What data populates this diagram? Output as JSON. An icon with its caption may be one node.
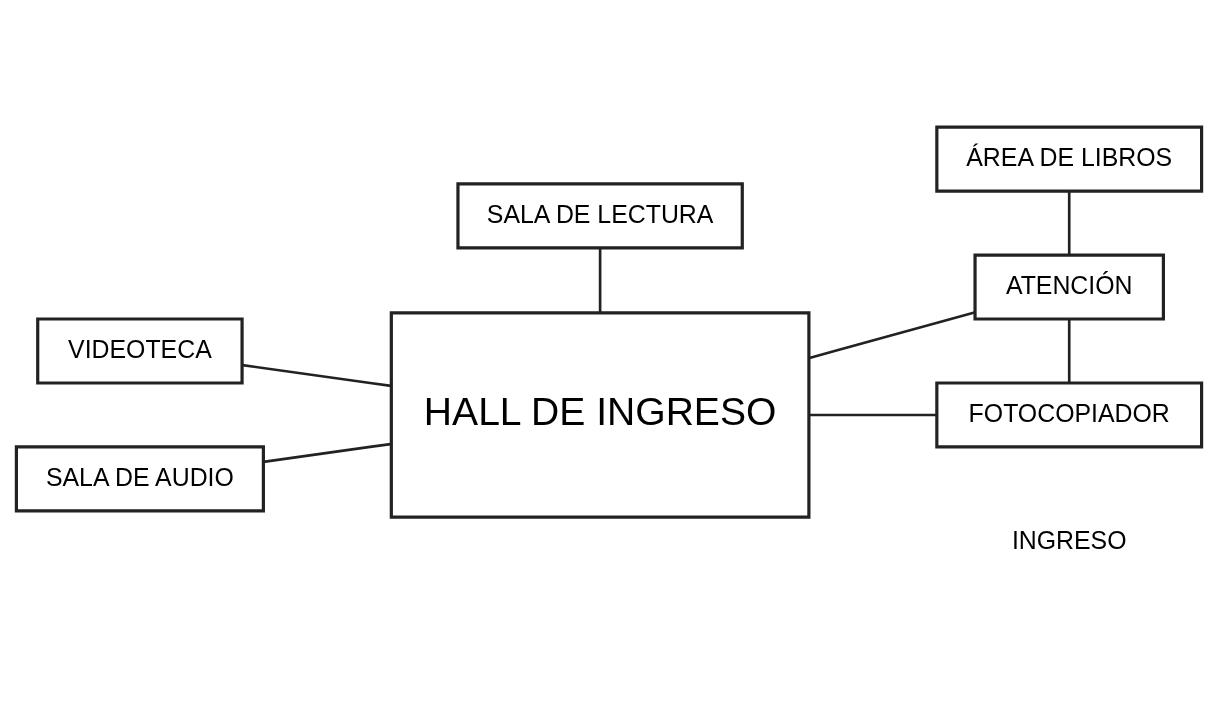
{
  "diagram": {
    "nodes": [
      {
        "text": [
          "SALA DE LECTURA"
        ]
      },
      {
        "text": [
          "ÁREA DE LIBROS"
        ]
      },
      {
        "text": [
          "VIDEOTECA"
        ]
      },
      {
        "text": [
          "HALL DE INGRESO"
        ]
      },
      {
        "text": [
          "ATENCIÓN"
        ]
      },
      {
        "text": [
          "SALA DE AUDIO"
        ]
      },
      {
        "text": [
          "FOTOCOPIADOR"
        ]
      }
    ],
    "edges": [
      {
        "from": 0,
        "to": 3,
        "arrow": "none"
      },
      {
        "from": 1,
        "to": 4,
        "arrow": "none"
      },
      {
        "from": 2,
        "to": 3,
        "arrow": "none"
      },
      {
        "from": 3,
        "to": 4,
        "arrow": "none"
      },
      {
        "from": 4,
        "to": 6,
        "arrow": "none"
      },
      {
        "from": 5,
        "to": 3,
        "arrow": "none"
      },
      {
        "from": 3,
        "to": 6,
        "arrow": "none"
      }
    ],
    "labels": [
      "INGRESO"
    ]
  }
}
